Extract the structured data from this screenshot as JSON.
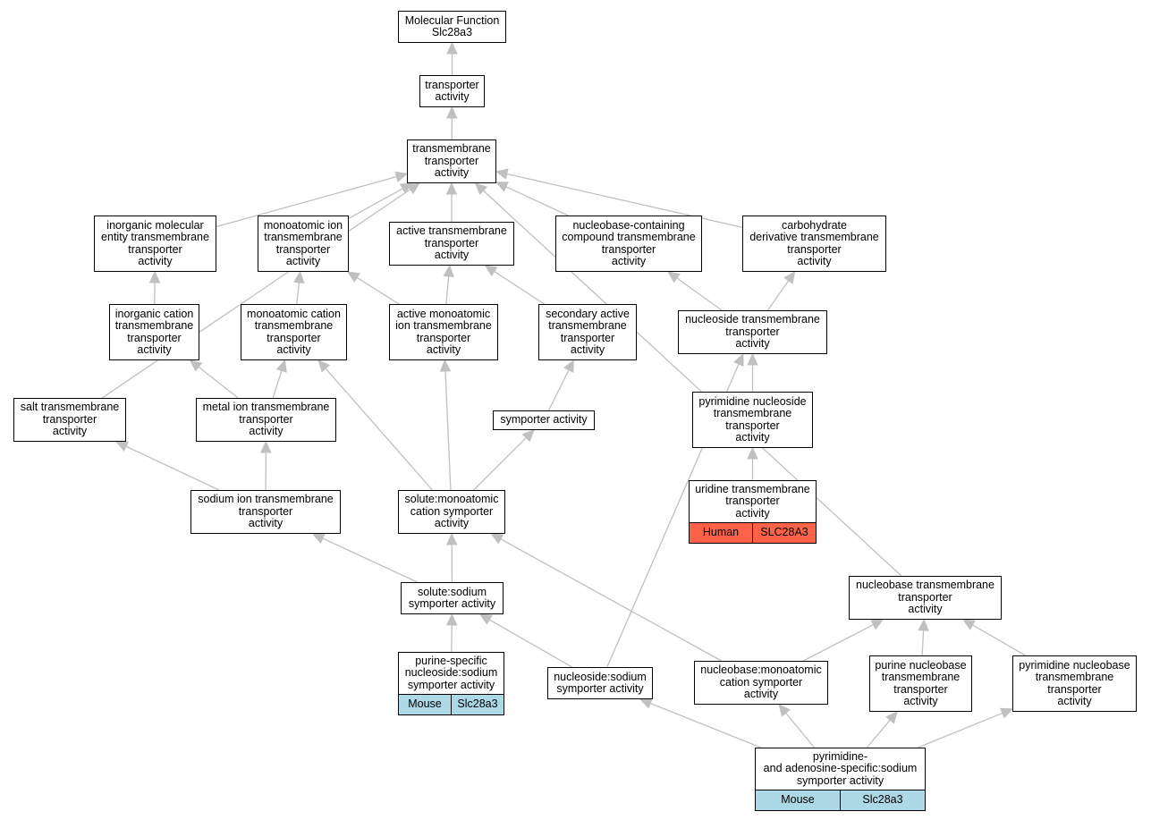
{
  "nodes": {
    "mf": {
      "lines": [
        "Molecular Function",
        "Slc28a3"
      ]
    },
    "ta": {
      "lines": [
        "transporter",
        "activity"
      ]
    },
    "tta": {
      "lines": [
        "transmembrane",
        "transporter",
        "activity"
      ]
    },
    "imetta": {
      "lines": [
        "inorganic molecular",
        "entity transmembrane",
        "transporter",
        "activity"
      ]
    },
    "mitta": {
      "lines": [
        "monoatomic ion",
        "transmembrane",
        "transporter",
        "activity"
      ]
    },
    "atta": {
      "lines": [
        "active transmembrane",
        "transporter",
        "activity"
      ]
    },
    "nbcc": {
      "lines": [
        "nucleobase-containing",
        "compound transmembrane",
        "transporter",
        "activity"
      ]
    },
    "cdtta": {
      "lines": [
        "carbohydrate",
        "derivative transmembrane",
        "transporter",
        "activity"
      ]
    },
    "icta": {
      "lines": [
        "inorganic cation",
        "transmembrane",
        "transporter",
        "activity"
      ]
    },
    "mcta": {
      "lines": [
        "monoatomic cation",
        "transmembrane",
        "transporter",
        "activity"
      ]
    },
    "amita": {
      "lines": [
        "active monoatomic",
        "ion transmembrane",
        "transporter",
        "activity"
      ]
    },
    "sata": {
      "lines": [
        "secondary active",
        "transmembrane",
        "transporter",
        "activity"
      ]
    },
    "nsta": {
      "lines": [
        "nucleoside transmembrane",
        "transporter",
        "activity"
      ]
    },
    "salt": {
      "lines": [
        "salt transmembrane",
        "transporter",
        "activity"
      ]
    },
    "meta": {
      "lines": [
        "metal ion transmembrane",
        "transporter",
        "activity"
      ]
    },
    "sym": {
      "lines": [
        "symporter activity"
      ]
    },
    "pnta": {
      "lines": [
        "pyrimidine nucleoside",
        "transmembrane",
        "transporter",
        "activity"
      ]
    },
    "uta": {
      "lines": [
        "uridine transmembrane",
        "transporter",
        "activity"
      ],
      "annotation": [
        "Human",
        "SLC28A3"
      ]
    },
    "sita": {
      "lines": [
        "sodium ion transmembrane",
        "transporter",
        "activity"
      ]
    },
    "smcs": {
      "lines": [
        "solute:monoatomic",
        "cation symporter",
        "activity"
      ]
    },
    "nbta": {
      "lines": [
        "nucleobase transmembrane",
        "transporter",
        "activity"
      ]
    },
    "sss": {
      "lines": [
        "solute:sodium",
        "symporter activity"
      ]
    },
    "psns": {
      "lines": [
        "purine-specific",
        "nucleoside:sodium",
        "symporter activity"
      ],
      "annotation": [
        "Mouse",
        "Slc28a3"
      ]
    },
    "nss": {
      "lines": [
        "nucleoside:sodium",
        "symporter activity"
      ]
    },
    "nbmcs": {
      "lines": [
        "nucleobase:monoatomic",
        "cation symporter",
        "activity"
      ]
    },
    "pnbta": {
      "lines": [
        "purine nucleobase",
        "transmembrane",
        "transporter",
        "activity"
      ]
    },
    "pynbta": {
      "lines": [
        "pyrimidine nucleobase",
        "transmembrane",
        "transporter",
        "activity"
      ]
    },
    "pass": {
      "lines": [
        "pyrimidine-",
        "and adenosine-specific:sodium",
        "symporter activity"
      ],
      "annotation": [
        "Mouse",
        "Slc28a3"
      ]
    }
  },
  "edges": [
    [
      "ta",
      "mf"
    ],
    [
      "tta",
      "ta"
    ],
    [
      "imetta",
      "tta"
    ],
    [
      "mitta",
      "tta"
    ],
    [
      "atta",
      "tta"
    ],
    [
      "nbcc",
      "tta"
    ],
    [
      "cdtta",
      "tta"
    ],
    [
      "salt",
      "tta"
    ],
    [
      "nbta",
      "tta"
    ],
    [
      "icta",
      "imetta"
    ],
    [
      "mcta",
      "mitta"
    ],
    [
      "amita",
      "mitta"
    ],
    [
      "amita",
      "atta"
    ],
    [
      "sata",
      "atta"
    ],
    [
      "nsta",
      "nbcc"
    ],
    [
      "nsta",
      "cdtta"
    ],
    [
      "meta",
      "icta"
    ],
    [
      "meta",
      "mcta"
    ],
    [
      "smcs",
      "mcta"
    ],
    [
      "smcs",
      "amita"
    ],
    [
      "smcs",
      "sym"
    ],
    [
      "sym",
      "sata"
    ],
    [
      "pnta",
      "nsta"
    ],
    [
      "uta",
      "pnta"
    ],
    [
      "sita",
      "salt"
    ],
    [
      "sita",
      "meta"
    ],
    [
      "sss",
      "sita"
    ],
    [
      "sss",
      "smcs"
    ],
    [
      "psns",
      "sss"
    ],
    [
      "nss",
      "sss"
    ],
    [
      "nss",
      "nsta"
    ],
    [
      "nbmcs",
      "smcs"
    ],
    [
      "nbmcs",
      "nbta"
    ],
    [
      "pnbta",
      "nbta"
    ],
    [
      "pynbta",
      "nbta"
    ],
    [
      "pass",
      "nss"
    ],
    [
      "pass",
      "nbmcs"
    ],
    [
      "pass",
      "pnbta"
    ],
    [
      "pass",
      "pynbta"
    ]
  ],
  "colors": {
    "edge": "#c0c0c0",
    "mouse": "#add8e6",
    "human": "#ff6347"
  }
}
